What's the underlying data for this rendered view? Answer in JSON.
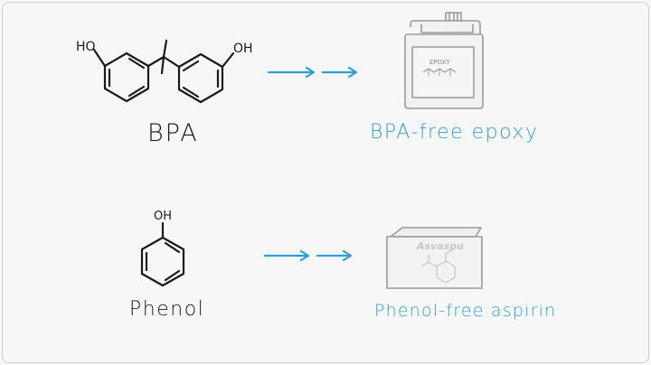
{
  "colors": {
    "background": "#f7f7f7",
    "ink": "#1a1a1a",
    "accent_blue": "#2c9fd6",
    "product_sketch": "#9a9a9a"
  },
  "rows": [
    {
      "source_chemical": "BPA",
      "source_icon": "bpa-molecule-icon",
      "source_groups": [
        "HO",
        "OH"
      ],
      "product": "BPA-free epoxy",
      "product_icon": "epoxy-jug-icon",
      "product_sketch_text": "EPOXY"
    },
    {
      "source_chemical": "Phenol",
      "source_icon": "phenol-molecule-icon",
      "source_groups": [
        "OH"
      ],
      "product": "Phenol-free aspirin",
      "product_icon": "aspirin-box-icon",
      "product_sketch_text": "Asvaspu"
    }
  ],
  "arrows": {
    "icon": "double-arrow-icon"
  }
}
